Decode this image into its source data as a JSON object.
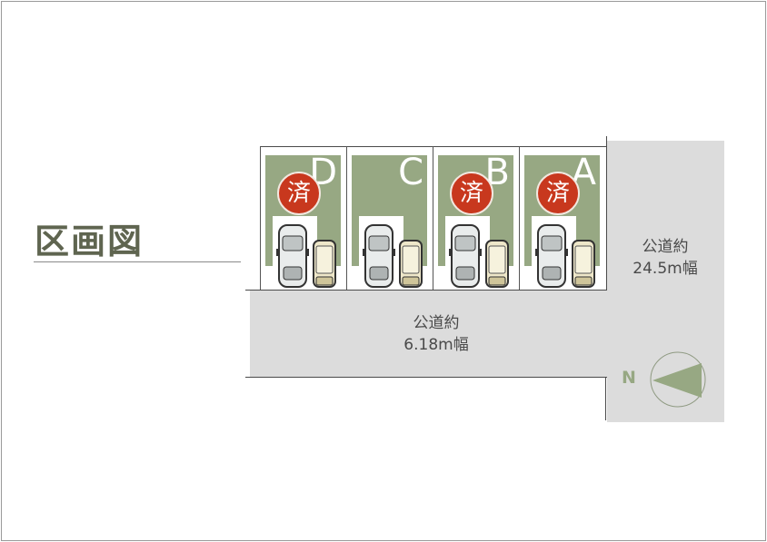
{
  "title": "区画図",
  "lots": [
    {
      "id": "D",
      "label": "D",
      "sold": true,
      "sold_label": "済"
    },
    {
      "id": "C",
      "label": "C",
      "sold": false,
      "sold_label": ""
    },
    {
      "id": "B",
      "label": "B",
      "sold": true,
      "sold_label": "済"
    },
    {
      "id": "A",
      "label": "A",
      "sold": true,
      "sold_label": "済"
    }
  ],
  "roads": {
    "horizontal": {
      "line1": "公道約",
      "line2": "6.18m幅"
    },
    "vertical": {
      "line1": "公道約",
      "line2": "24.5m幅"
    }
  },
  "compass": {
    "label": "N"
  },
  "colors": {
    "lot_green": "#97a883",
    "sold_red": "#c8381e",
    "road_gray": "#dcdcdc",
    "title_color": "#5f6550"
  }
}
